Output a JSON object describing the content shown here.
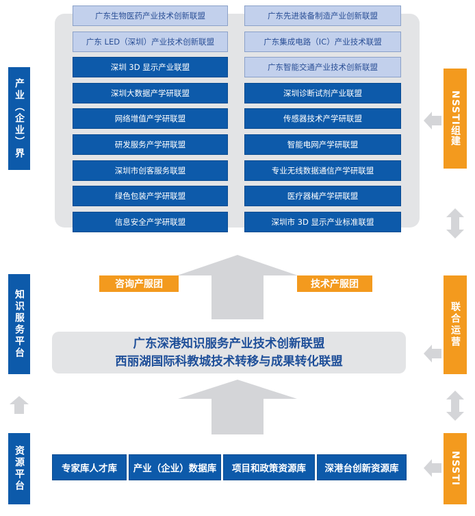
{
  "left_labels": {
    "industry": "产业（企业）界",
    "knowledge": "知识服务平台",
    "resource": "资源平台"
  },
  "right_labels": {
    "nssti_build": "NSSTI组建",
    "joint_operation": "联合运营",
    "nssti": "NSSTI"
  },
  "alliances_left": [
    {
      "label": "广东生物医药产业技术创新联盟",
      "style": "light"
    },
    {
      "label": "广东 LED（深圳）产业技术创新联盟",
      "style": "light"
    },
    {
      "label": "深圳 3D 显示产业联盟",
      "style": "dark"
    },
    {
      "label": "深圳大数据产学研联盟",
      "style": "dark"
    },
    {
      "label": "网络增值产学研联盟",
      "style": "dark"
    },
    {
      "label": "研发服务产学研联盟",
      "style": "dark"
    },
    {
      "label": "深圳市创客服务联盟",
      "style": "dark"
    },
    {
      "label": "绿色包装产学研联盟",
      "style": "dark"
    },
    {
      "label": "信息安全产学研联盟",
      "style": "dark"
    }
  ],
  "alliances_right": [
    {
      "label": "广东先进装备制造产业创新联盟",
      "style": "light"
    },
    {
      "label": "广东集成电路（IC）产业技术联盟",
      "style": "light"
    },
    {
      "label": "广东智能交通产业技术创新联盟",
      "style": "light"
    },
    {
      "label": "深圳诊断试剂产业联盟",
      "style": "dark"
    },
    {
      "label": "传感器技术产学研联盟",
      "style": "dark"
    },
    {
      "label": "智能电网产学研联盟",
      "style": "dark"
    },
    {
      "label": "专业无线数据通信产学研联盟",
      "style": "dark"
    },
    {
      "label": "医疗器械产学研联盟",
      "style": "dark"
    },
    {
      "label": "深圳市 3D 显示产业标准联盟",
      "style": "dark"
    }
  ],
  "tags": {
    "consulting": "咨询产服团",
    "technical": "技术产服团"
  },
  "center": {
    "line1": "广东深港知识服务产业技术创新联盟",
    "line2": "西丽湖国际科教城技术转移与成果转化联盟"
  },
  "resources": [
    "专家库人才库",
    "产业（企业）数据库",
    "项目和政策资源库",
    "深港台创新资源库"
  ],
  "colors": {
    "blue": "#0d5aaa",
    "light_blue": "#c2d0ec",
    "orange": "#f39a1e",
    "gray": "#e3e4e6",
    "arrow": "#d4d5d8"
  }
}
